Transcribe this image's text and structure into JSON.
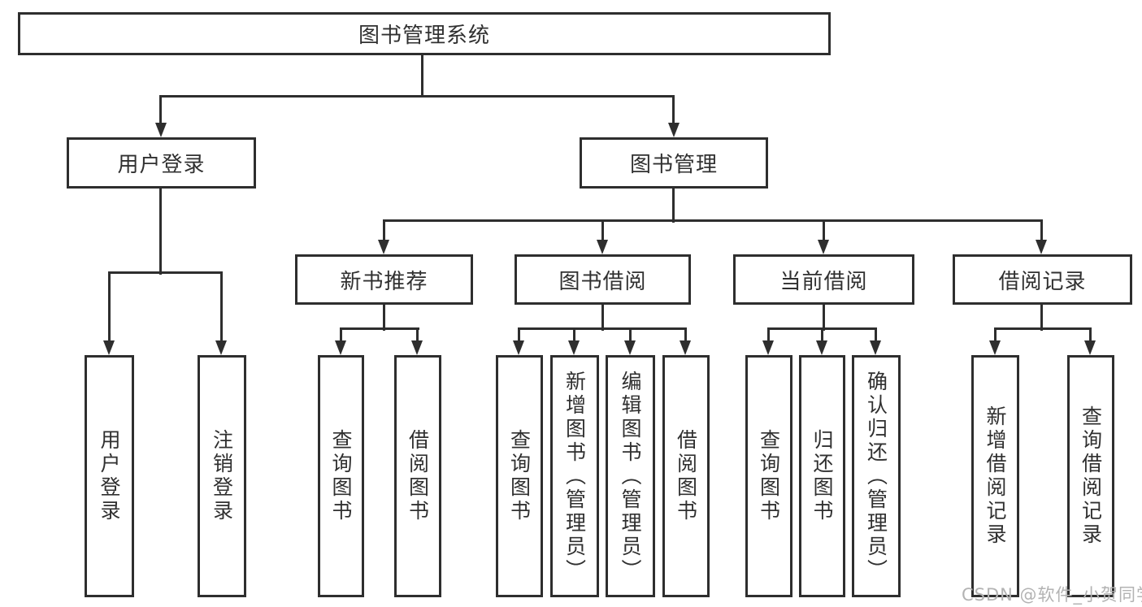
{
  "diagram": {
    "root": "图书管理系统",
    "level2": {
      "user_login": "用户登录",
      "book_mgmt": "图书管理"
    },
    "level3": {
      "new_books": "新书推荐",
      "book_borrow": "图书借阅",
      "current_borrow": "当前借阅",
      "borrow_records": "借阅记录"
    },
    "leaves": {
      "user_login_1": "用户登录",
      "user_login_2": "注销登录",
      "new_books_1": "查询图书",
      "new_books_2": "借阅图书",
      "book_borrow_1": "查询图书",
      "book_borrow_2": "新增图书（管理员）",
      "book_borrow_3": "编辑图书（管理员）",
      "book_borrow_4": "借阅图书",
      "current_borrow_1": "查询图书",
      "current_borrow_2": "归还图书",
      "current_borrow_3": "确认归还（管理员）",
      "borrow_records_1": "新增借阅记录",
      "borrow_records_2": "查询借阅记录"
    }
  },
  "watermark": "CSDN @软件_小贺同学",
  "colors": {
    "line": "#2e2e2e",
    "text": "#303030",
    "watermark": "#b3b3b3",
    "background": "#ffffff"
  }
}
